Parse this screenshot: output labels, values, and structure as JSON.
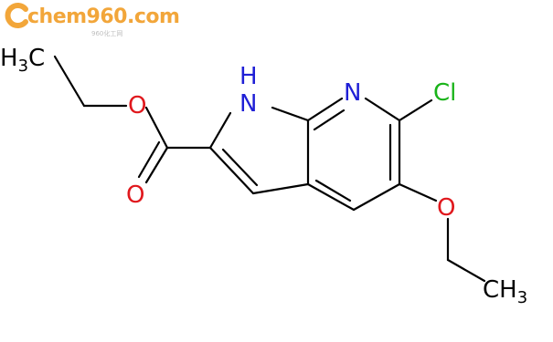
{
  "watermark": {
    "brand": "chem960",
    "tld": ".com",
    "subtitle": "960化工网"
  },
  "molecule": {
    "atoms": {
      "ch3_top": {
        "main": "H",
        "sub": "3",
        "tail": "C"
      },
      "nh": "H",
      "n_label": "N",
      "n_ring": "N",
      "cl": "Cl",
      "o_ester": "O",
      "o_carbonyl": "O",
      "o_ether": "O",
      "ch3_bottom": {
        "main": "CH",
        "sub": "3"
      }
    },
    "colors": {
      "nitrogen": "#1f1fd6",
      "oxygen": "#e0181d",
      "chlorine": "#19b319",
      "carbon": "#000000"
    }
  }
}
